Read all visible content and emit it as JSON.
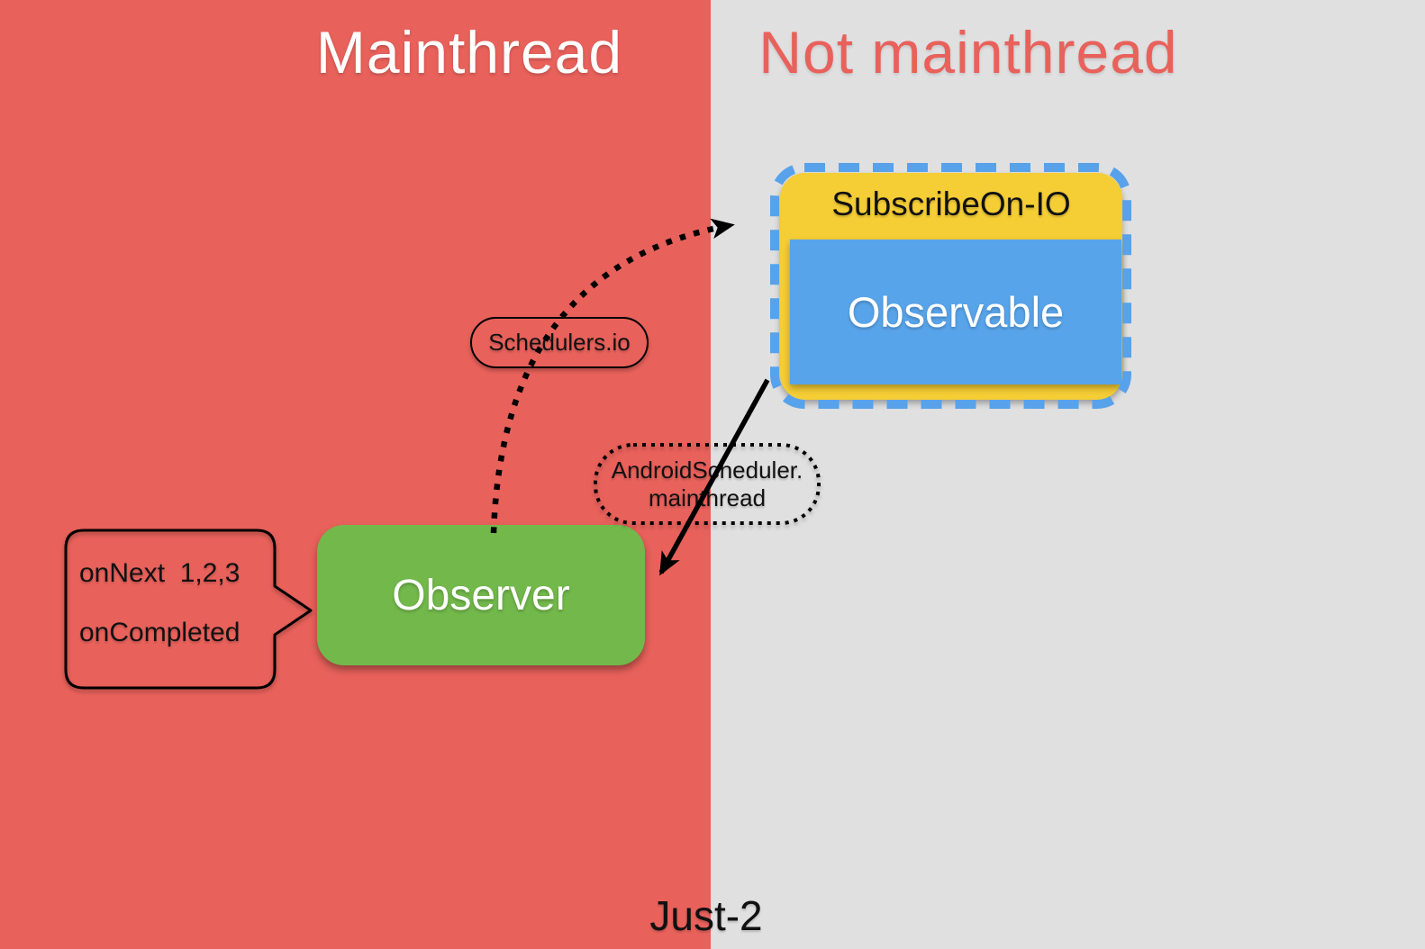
{
  "panels": {
    "main": {
      "label": "Mainthread"
    },
    "not_main": {
      "label": "Not mainthread"
    }
  },
  "subscribe_box": {
    "title": "SubscribeOn-IO",
    "inner_label": "Observable"
  },
  "observer_box": {
    "label": "Observer"
  },
  "scheduler_labels": {
    "io": "Schedulers.io",
    "android_line1": "AndroidScheduler.",
    "android_line2": "mainthread"
  },
  "bubble": {
    "line1": "onNext  1,2,3",
    "line2": "onCompleted"
  },
  "caption": "Just-2",
  "colors": {
    "mainthread_bg": "#e8615b",
    "not_mainthread_bg": "#e0e0e1",
    "subscribe_box_bg": "#f5cd35",
    "subscribe_border_dash": "#57a2ea",
    "observable_bg": "#58a4ea",
    "observer_bg": "#72b84b",
    "title_main_text": "#ffffff",
    "title_not_main_text": "#e8615b",
    "ink": "#111111"
  }
}
